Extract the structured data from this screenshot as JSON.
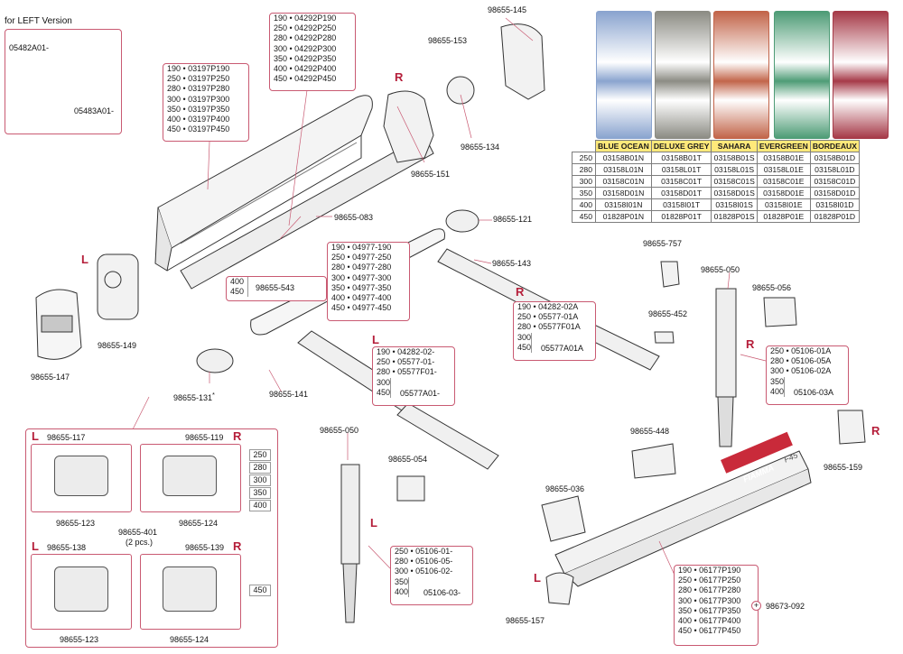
{
  "left_version": {
    "title": "for LEFT Version",
    "parts": [
      "05482A01-",
      "05483A01-"
    ]
  },
  "boxes": {
    "b190": [
      "190 • 04292P190",
      "250 • 04292P250",
      "280 • 04292P280",
      "300 • 04292P300",
      "350 • 04292P350",
      "400 • 04292P400",
      "450 • 04292P450"
    ],
    "b197": [
      "190 • 03197P190",
      "250 • 03197P250",
      "280 • 03197P280",
      "300 • 03197P300",
      "350 • 03197P350",
      "400 • 03197P400",
      "450 • 03197P450"
    ],
    "b4977": [
      "190 • 04977-190",
      "250 • 04977-250",
      "280 • 04977-280",
      "300 • 04977-300",
      "350 • 04977-350",
      "400 • 04977-400",
      "450 • 04977-450"
    ],
    "b543": [
      "400",
      "450"
    ],
    "b543_part": "98655-543",
    "b4282r": [
      "190 • 04282-02A",
      "250 • 05577-01A",
      "280 • 05577F01A"
    ],
    "b4282r_tail": [
      "300",
      "450"
    ],
    "b4282r_tail_part": "05577A01A",
    "b4282l": [
      "190 • 04282-02-",
      "250 • 05577-01-",
      "280 • 05577F01-"
    ],
    "b4282l_tail": [
      "300",
      "450"
    ],
    "b4282l_tail_part": "05577A01-",
    "b5106r": [
      "250 • 05106-01A",
      "280 • 05106-05A",
      "300 • 05106-02A"
    ],
    "b5106r_tail": [
      "350",
      "400"
    ],
    "b5106r_tail_part": "05106-03A",
    "b5106l": [
      "250 • 05106-01-",
      "280 • 05106-05-",
      "300 • 05106-02-"
    ],
    "b5106l_tail": [
      "350",
      "400"
    ],
    "b5106l_tail_part": "05106-03-",
    "b6177": [
      "190 • 06177P190",
      "250 • 06177P250",
      "280 • 06177P280",
      "300 • 06177P300",
      "350 • 06177P350",
      "400 • 06177P400",
      "450 • 06177P450"
    ]
  },
  "labels": {
    "p145": "98655-145",
    "p153": "98655-153",
    "p134": "98655-134",
    "p151": "98655-151",
    "p083": "98655-083",
    "p121": "98655-121",
    "p143": "98655-143",
    "p149": "98655-149",
    "p147": "98655-147",
    "p131": "98655-131",
    "p131_star": "*",
    "p141": "98655-141",
    "p757": "98655-757",
    "p050a": "98655-050",
    "p056": "98655-056",
    "p452": "98655-452",
    "p448": "98655-448",
    "p159": "98655-159",
    "p050b": "98655-050",
    "p054": "98655-054",
    "p036": "98655-036",
    "p157": "98655-157",
    "p092": "98673-092",
    "p117": "98655-117",
    "p119": "98655-119",
    "p123a": "98655-123",
    "p124a": "98655-124",
    "p401": "98655-401",
    "p401_note": "(2 pcs.)",
    "p138": "98655-138",
    "p139": "98655-139",
    "p123b": "98655-123",
    "p124b": "98655-124",
    "brand": "FIAMMA",
    "model": "F45"
  },
  "side_letters": {
    "R1": "R",
    "L1": "L",
    "R2": "R",
    "L2": "L",
    "R3": "R",
    "L3": "L",
    "R4": "R",
    "L4": "L",
    "R5": "R",
    "L5": "L",
    "R6": "R"
  },
  "size_tags": [
    "250",
    "280",
    "300",
    "350",
    "400"
  ],
  "size_tag_450": "450",
  "fabric": {
    "colors": [
      "BLUE OCEAN",
      "DELUXE GREY",
      "SAHARA",
      "EVERGREEN",
      "BORDEAUX"
    ],
    "swatch_colors": [
      "#8aa4cf",
      "#8c8c84",
      "#c2654a",
      "#4e9c76",
      "#a63a48"
    ],
    "rows": [
      {
        "size": "250",
        "codes": [
          "03158B01N",
          "03158B01T",
          "03158B01S",
          "03158B01E",
          "03158B01D"
        ]
      },
      {
        "size": "280",
        "codes": [
          "03158L01N",
          "03158L01T",
          "03158L01S",
          "03158L01E",
          "03158L01D"
        ]
      },
      {
        "size": "300",
        "codes": [
          "03158C01N",
          "03158C01T",
          "03158C01S",
          "03158C01E",
          "03158C01D"
        ]
      },
      {
        "size": "350",
        "codes": [
          "03158D01N",
          "03158D01T",
          "03158D01S",
          "03158D01E",
          "03158D01D"
        ]
      },
      {
        "size": "400",
        "codes": [
          "03158I01N",
          "03158I01T",
          "03158I01S",
          "03158I01E",
          "03158I01D"
        ]
      },
      {
        "size": "450",
        "codes": [
          "01828P01N",
          "01828P01T",
          "01828P01S",
          "01828P01E",
          "01828P01D"
        ]
      }
    ]
  }
}
